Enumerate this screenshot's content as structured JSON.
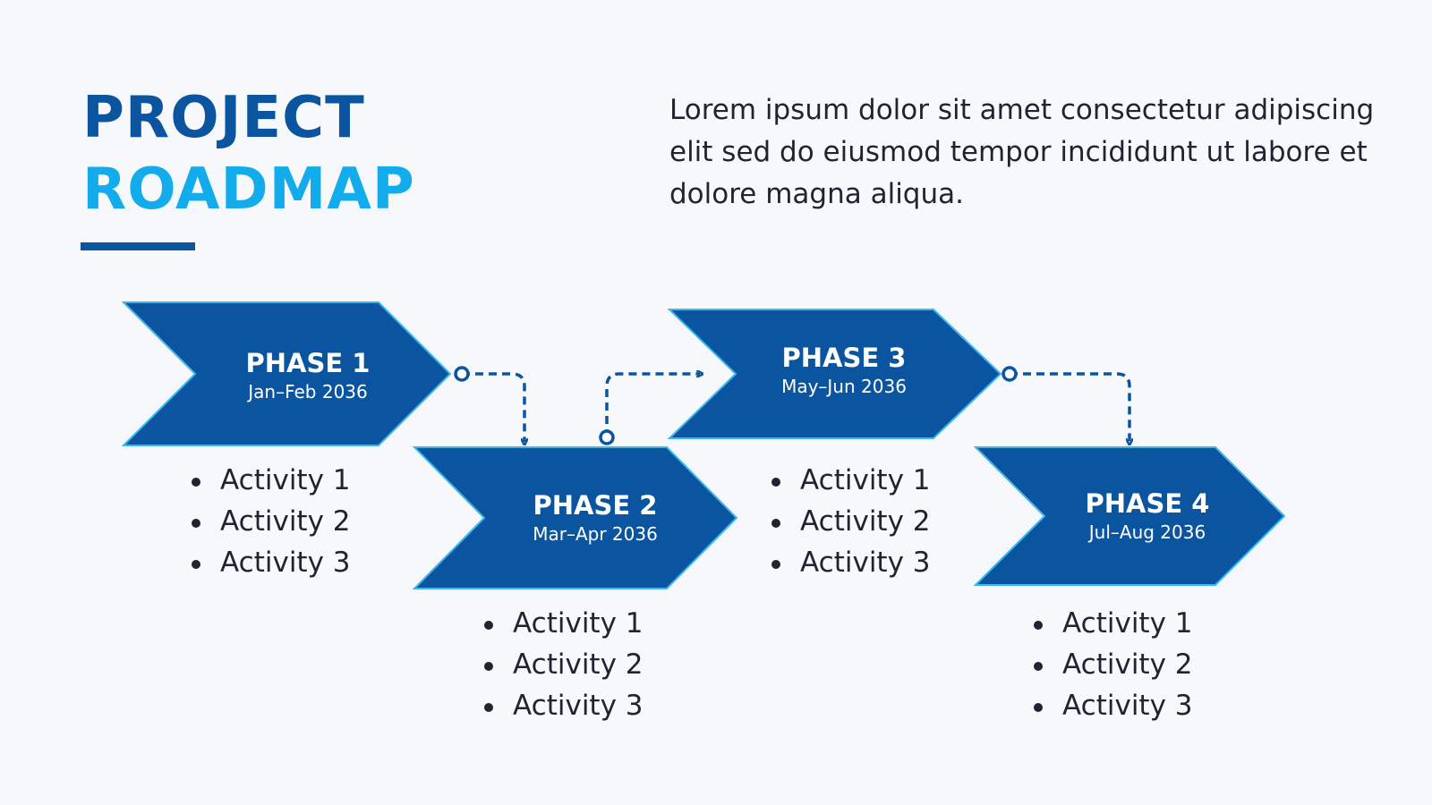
{
  "title": {
    "line1": "PROJECT",
    "line2": "ROADMAP"
  },
  "description": "Lorem ipsum dolor sit amet consectetur adipiscing elit sed do eiusmod tempor incididunt ut labore et dolore magna aliqua.",
  "colors": {
    "dark_blue": "#0b55a0",
    "light_blue": "#12acec",
    "chevron_fill": "#0b55a0",
    "chevron_outline": "#3ab8ee",
    "connector": "#0b55a0",
    "text": "#1f2430",
    "background": "#f6f8fc"
  },
  "phases": [
    {
      "name": "PHASE 1",
      "dates": "Jan–Feb 2036",
      "activities": [
        "Activity 1",
        "Activity 2",
        "Activity 3"
      ]
    },
    {
      "name": "PHASE 2",
      "dates": "Mar–Apr 2036",
      "activities": [
        "Activity 1",
        "Activity 2",
        "Activity 3"
      ]
    },
    {
      "name": "PHASE 3",
      "dates": "May–Jun 2036",
      "activities": [
        "Activity 1",
        "Activity 2",
        "Activity 3"
      ]
    },
    {
      "name": "PHASE 4",
      "dates": "Jul–Aug 2036",
      "activities": [
        "Activity 1",
        "Activity 2",
        "Activity 3"
      ]
    }
  ]
}
